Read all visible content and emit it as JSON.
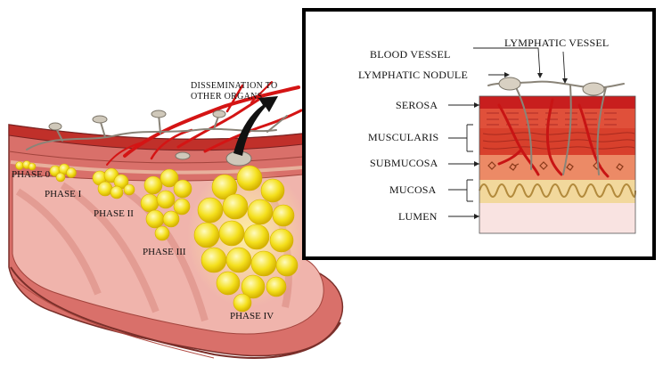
{
  "diagram": {
    "phases": [
      "PHASE 0",
      "PHASE I",
      "PHASE II",
      "PHASE III",
      "PHASE IV"
    ],
    "dissemination": [
      "DISSEMINATION TO",
      "OTHER ORGANS"
    ],
    "inset_labels": {
      "blood_vessel": "BLOOD VESSEL",
      "lymphatic_vessel": "LYMPHATIC VESSEL",
      "lymphatic_nodule": "LYMPHATIC NODULE",
      "serosa": "SEROSA",
      "muscularis": "MUSCULARIS",
      "submucosa": "SUBMUCOSA",
      "mucosa": "MUCOSA",
      "lumen": "LUMEN"
    },
    "colors": {
      "tissue_outer": "#d9706a",
      "tissue_inner": "#f0b4ac",
      "lumen_fold": "#e79088",
      "tumor": "#f4e01c",
      "tumor_edge": "#d4b800",
      "vessel_red": "#d41414",
      "lymph_gray": "#c9c2b4",
      "serosa": "#c81e1e",
      "muscularis": "#dd4a32",
      "submucosa": "#e87a5a",
      "mucosa": "#f2d89c",
      "lumen": "#f9e3e1"
    }
  }
}
